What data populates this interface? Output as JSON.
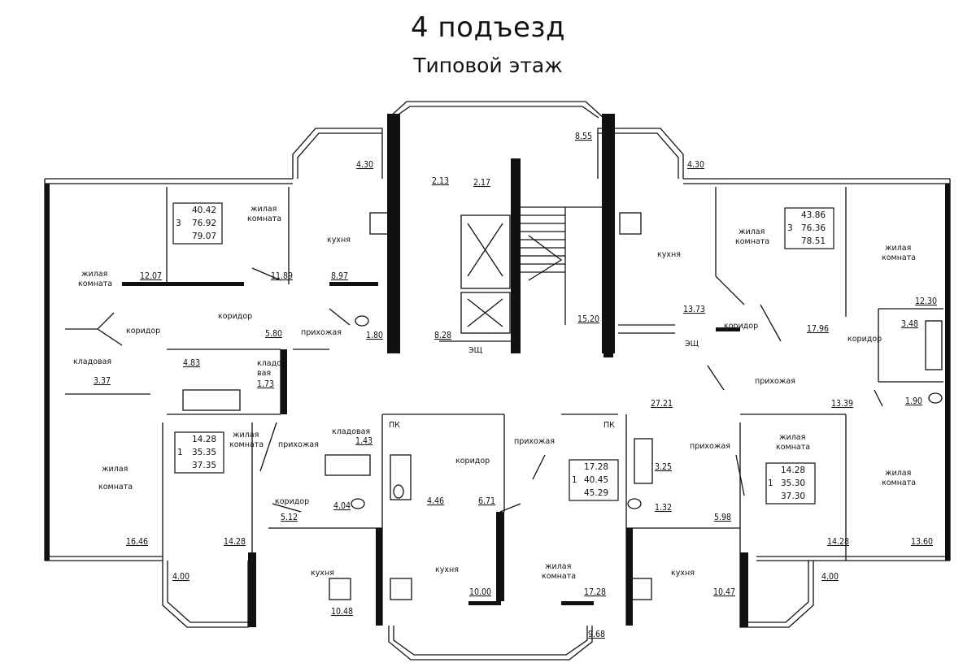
{
  "title": "4 подъезд",
  "subtitle": "Типовой этаж",
  "apartments": [
    {
      "id": "apt-nw",
      "rooms": "3",
      "living": "40.42",
      "total": "76.92",
      "total_balcony": "79.07"
    },
    {
      "id": "apt-ne",
      "rooms": "3",
      "living": "43.86",
      "total": "76.36",
      "total_balcony": "78.51"
    },
    {
      "id": "apt-sw",
      "rooms": "1",
      "living": "14.28",
      "total": "35.35",
      "total_balcony": "37.35"
    },
    {
      "id": "apt-sc",
      "rooms": "1",
      "living": "17.28",
      "total": "40.45",
      "total_balcony": "45.29"
    },
    {
      "id": "apt-se",
      "rooms": "1",
      "living": "14.28",
      "total": "35.30",
      "total_balcony": "37.30"
    }
  ],
  "room_labels": {
    "zhilaya": "жилая",
    "komnata": "комната",
    "kukhnya": "кухня",
    "koridor": "коридор",
    "prikhozhaya": "прихожая",
    "kladovaya": "кладовая",
    "klado": "кладо-",
    "vaya": "вая",
    "pk": "ПК",
    "eshch": "ЭЩ"
  },
  "areas": {
    "b_nw": "4.30",
    "b_ne": "4.30",
    "l213": "2.13",
    "l217": "2.17",
    "l855": "8.55",
    "a1207": "12.07",
    "a1189": "11.89",
    "a897": "8.97",
    "a580": "5.80",
    "a180": "1.80",
    "a828": "8.28",
    "a1520": "15.20",
    "a1373": "13.73",
    "a1796": "17.96",
    "a1230": "12.30",
    "a348": "3.48",
    "a337": "3.37",
    "a483": "4.83",
    "a173": "1.73",
    "a2721": "27.21",
    "a1339": "13.39",
    "a190": "1.90",
    "a143": "1.43",
    "a404": "4.04",
    "a446": "4.46",
    "a512": "5.12",
    "a671": "6.71",
    "a325": "3.25",
    "a132": "1.32",
    "a598": "5.98",
    "a1646": "16.46",
    "a1428w": "14.28",
    "a1428e": "14.28",
    "a1360": "13.60",
    "a1048": "10.48",
    "a1000": "10.00",
    "a1728": "17.28",
    "a1047": "10.47",
    "b_sw": "4.00",
    "b_se": "4.00",
    "b_s": "9.68"
  }
}
